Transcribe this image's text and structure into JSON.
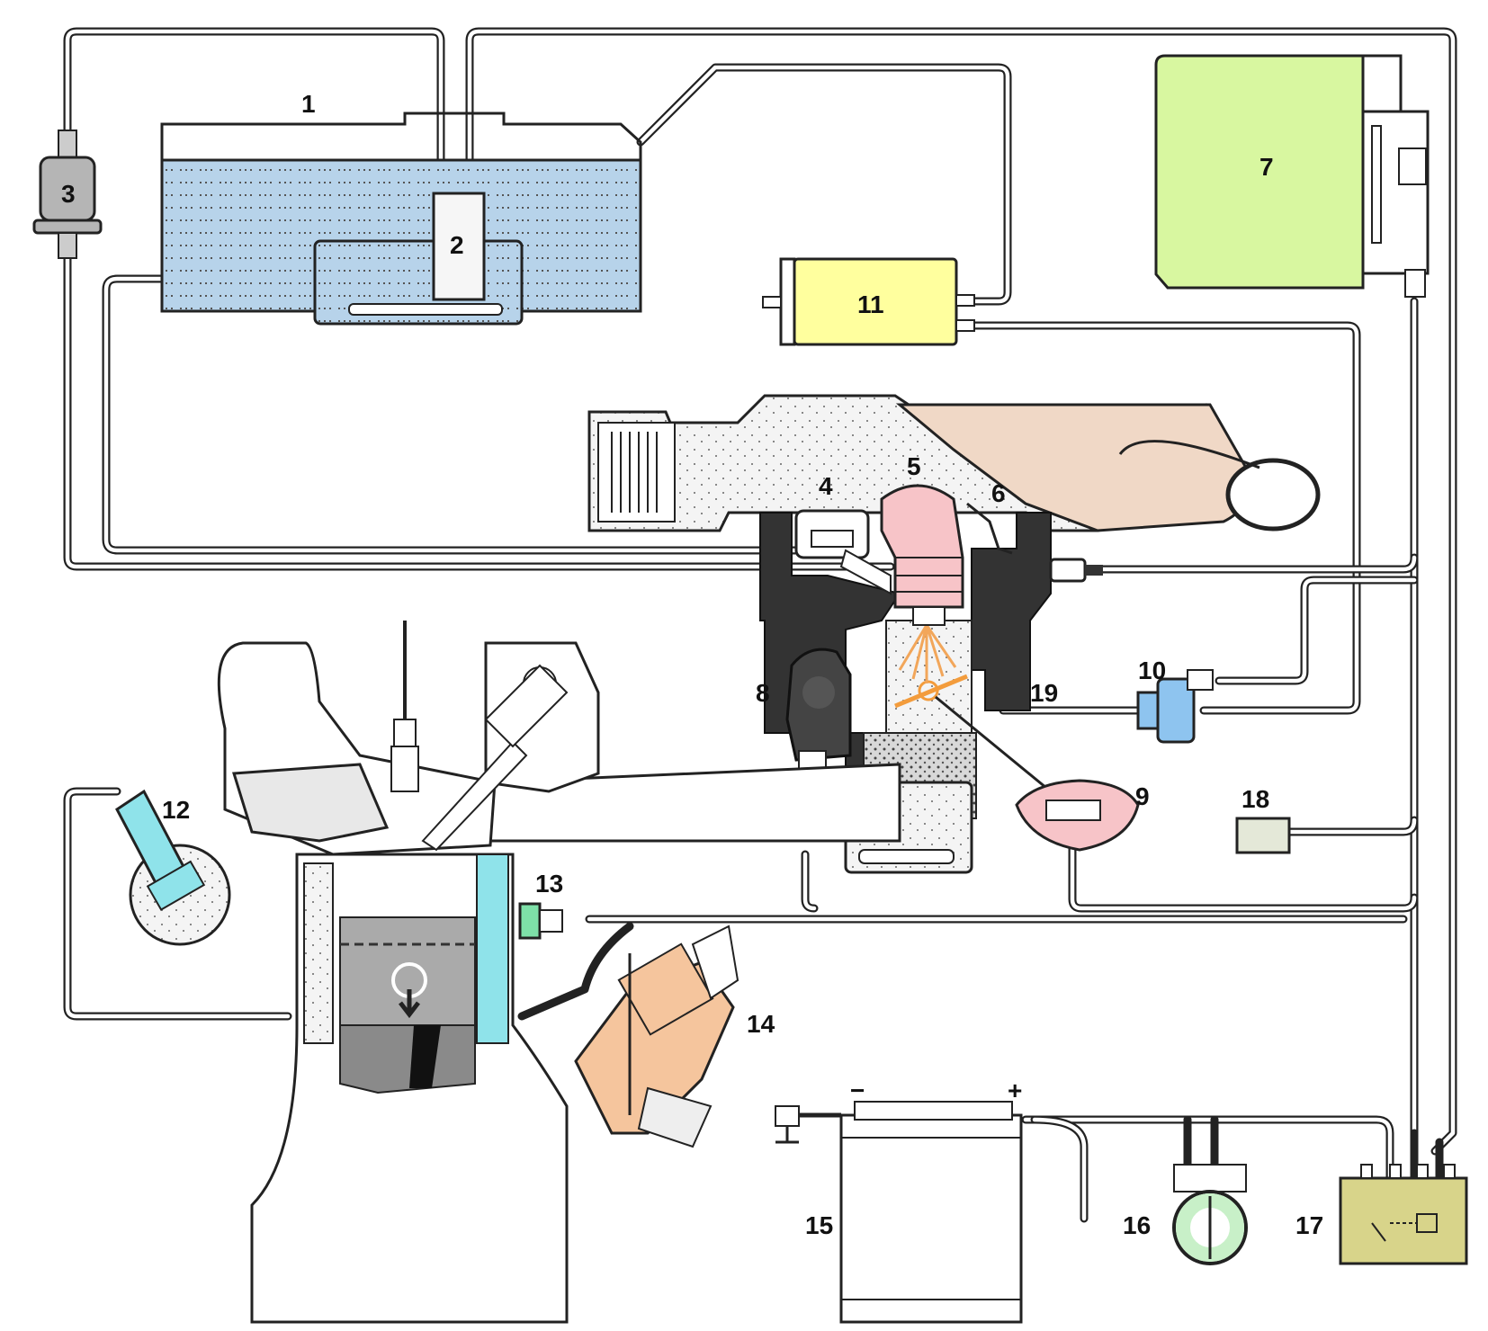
{
  "diagram": {
    "colors": {
      "fuel_tank": "#b7d3ea",
      "ecu": "#d8f7a0",
      "component_11": "#ffff9e",
      "injector": "#f7c4c8",
      "air_filter": "#f0d8c6",
      "sensor_12": "#8fe3ea",
      "sensor_13": "#7ee0a8",
      "distributor": "#f5c59d",
      "component_10": "#8ec4ef",
      "component_9": "#f7c4c8",
      "component_18": "#e4e8d8",
      "component_16": "#c8f0c8",
      "relay_17": "#d8d48a"
    },
    "labels": {
      "1": "1",
      "2": "2",
      "3": "3",
      "4": "4",
      "5": "5",
      "6": "6",
      "7": "7",
      "8": "8",
      "9": "9",
      "10": "10",
      "11": "11",
      "12": "12",
      "13": "13",
      "14": "14",
      "15": "15",
      "16": "16",
      "17": "17",
      "18": "18",
      "19": "19"
    },
    "battery_terminals": {
      "negative": "−",
      "positive": "+"
    }
  }
}
